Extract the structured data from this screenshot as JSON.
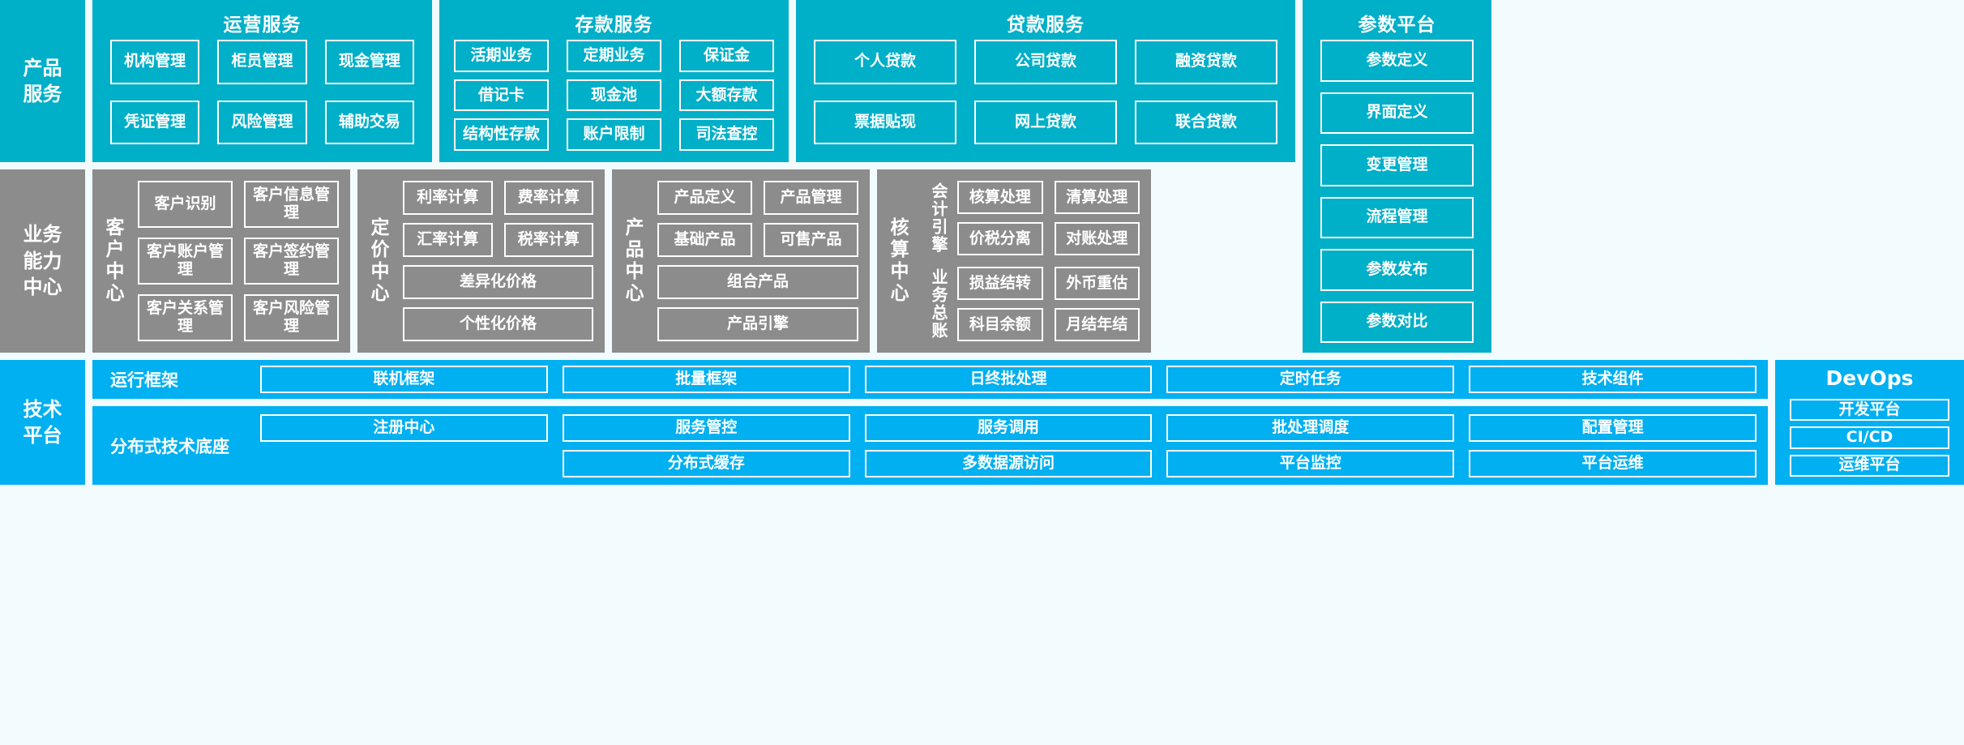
{
  "rows": {
    "product_services": "产品\n服务",
    "business_capability": "业务\n能力\n中心",
    "tech_platform": "技术\n平台"
  },
  "colors": {
    "teal": "#00AFC8",
    "gray": "#8C8C8C",
    "blue": "#00B0F0",
    "background": "#F2FBFD",
    "border": "#FFFFFF"
  },
  "top": {
    "operations": {
      "title": "运营服务",
      "items": [
        "机构管理",
        "柜员管理",
        "现金管理",
        "凭证管理",
        "风险管理",
        "辅助交易"
      ]
    },
    "deposit": {
      "title": "存款服务",
      "items": [
        "活期业务",
        "定期业务",
        "保证金",
        "借记卡",
        "现金池",
        "大额存款",
        "结构性存款",
        "账户限制",
        "司法查控"
      ]
    },
    "loan": {
      "title": "贷款服务",
      "items": [
        "个人贷款",
        "公司贷款",
        "融资贷款",
        "票据贴现",
        "网上贷款",
        "联合贷款"
      ]
    },
    "param_platform": {
      "title": "参数平台",
      "items": [
        "参数定义",
        "界面定义",
        "变更管理",
        "流程管理",
        "参数发布",
        "参数对比"
      ]
    }
  },
  "middle": {
    "customer_center": {
      "label": "客户中心",
      "items": [
        "客户识别",
        "客户信息管理",
        "客户账户管理",
        "客户签约管理",
        "客户关系管理",
        "客户风险管理"
      ]
    },
    "pricing_center": {
      "label": "定价中心",
      "items": [
        "利率计算",
        "费率计算",
        "汇率计算",
        "税率计算"
      ],
      "wide_items": [
        "差异化价格",
        "个性化价格"
      ]
    },
    "product_center": {
      "label": "产品中心",
      "items": [
        "产品定义",
        "产品管理",
        "基础产品",
        "可售产品"
      ],
      "wide_items": [
        "组合产品",
        "产品引擎"
      ]
    },
    "accounting_center": {
      "label": "核算中心",
      "subgroups": [
        {
          "label": "会计引擎",
          "items": [
            "核算处理",
            "清算处理",
            "价税分离",
            "对账处理"
          ]
        },
        {
          "label": "业务总账",
          "items": [
            "损益结转",
            "外币重估",
            "科目余额",
            "月结年结"
          ]
        }
      ]
    }
  },
  "bottom": {
    "runtime_framework": {
      "label": "运行框架",
      "items": [
        "联机框架",
        "批量框架",
        "日终批处理",
        "定时任务",
        "技术组件"
      ]
    },
    "distributed_base": {
      "label": "分布式技术底座",
      "registry": "注册中心",
      "pairs": [
        [
          "服务管控",
          "分布式缓存"
        ],
        [
          "服务调用",
          "多数据源访问"
        ],
        [
          "批处理调度",
          "平台监控"
        ],
        [
          "配置管理",
          "平台运维"
        ]
      ]
    },
    "devops": {
      "title": "DevOps",
      "items": [
        "开发平台",
        "CI/CD",
        "运维平台"
      ]
    }
  }
}
